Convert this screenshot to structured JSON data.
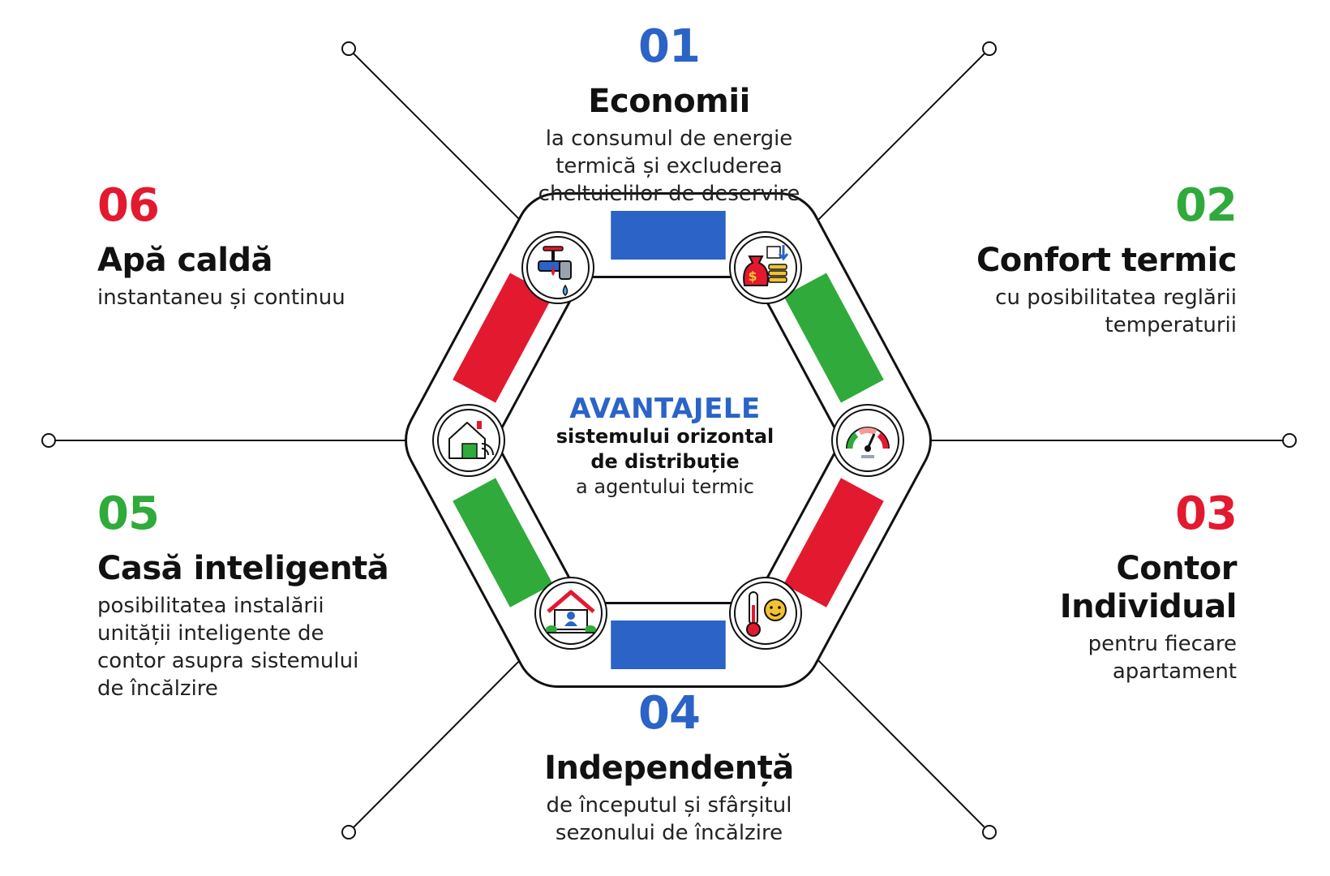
{
  "colors": {
    "blue": "#2b63c6",
    "green": "#2faa3b",
    "red": "#e3192f",
    "line": "#111111"
  },
  "center": {
    "heading": "AVANTAJELE",
    "line1": "sistemului orizontal",
    "line2": "de distribuție",
    "line3": "a agentului termic"
  },
  "items": [
    {
      "num": "01",
      "title": "Economii",
      "desc": [
        "la consumul de energie",
        "termică și excluderea",
        "cheltuielilor de deservire"
      ],
      "icon": "money-savings-icon"
    },
    {
      "num": "02",
      "title": "Confort termic",
      "desc": [
        "cu posibilitatea reglării",
        "temperaturii"
      ],
      "icon": "gauge-icon"
    },
    {
      "num": "03",
      "title": "Contor\nIndividual",
      "desc": [
        "pentru fiecare",
        "apartament"
      ],
      "icon": "thermometer-icon"
    },
    {
      "num": "04",
      "title": "Independență",
      "desc": [
        "de începutul și sfârșitul",
        "sezonului de încălzire"
      ],
      "icon": "home-user-icon"
    },
    {
      "num": "05",
      "title": "Casă inteligentă",
      "desc": [
        "posibilitatea instalării",
        "unității inteligente de",
        "contor asupra sistemului",
        "de încălzire"
      ],
      "icon": "smart-home-icon"
    },
    {
      "num": "06",
      "title": "Apă caldă",
      "desc": [
        "instantaneu și continuu"
      ],
      "icon": "water-tap-icon"
    }
  ]
}
